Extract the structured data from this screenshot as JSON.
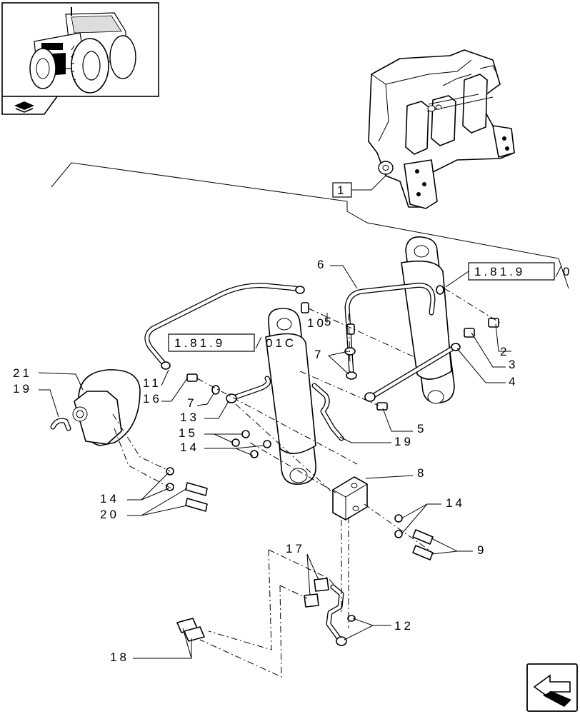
{
  "callouts": {
    "c1": "1",
    "c2": "2",
    "c3": "3",
    "c4": "4",
    "c5a": "5",
    "c5b": "5",
    "c6": "6",
    "c7a": "7",
    "c7b": "7",
    "c8": "8",
    "c9": "9",
    "c10": "10",
    "c11": "11",
    "c12": "12",
    "c13": "13",
    "c14a": "14",
    "c14b": "14",
    "c14c": "14",
    "c15": "15",
    "c16": "16",
    "c17": "17",
    "c18": "18",
    "c19a": "19",
    "c19b": "19",
    "c20": "20",
    "c21": "21"
  },
  "references": {
    "ref_top": "1.81.9",
    "ref_top_suffix": "0",
    "ref_mid": "1.81.9",
    "ref_mid_suffix": "01C"
  },
  "icons": {
    "thumbnail": "tractor-thumbnail-icon",
    "thumbnail_tab": "section-book-icon",
    "nav": "next-page-arrow-icon"
  }
}
